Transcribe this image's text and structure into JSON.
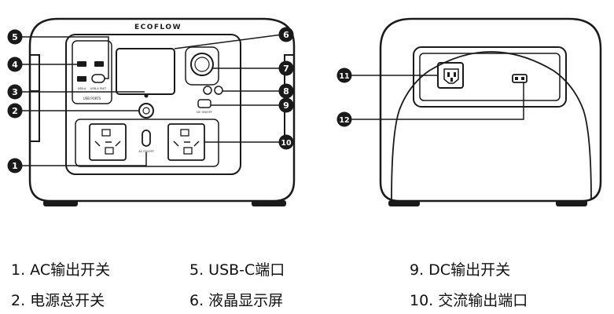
{
  "brand": "ECOFLOW",
  "callouts": [
    "1",
    "2",
    "3",
    "4",
    "5",
    "6",
    "7",
    "8",
    "9",
    "10",
    "11",
    "12"
  ],
  "legend": [
    "1. AC输出开关",
    "5. USB-C端口",
    "9. DC输出开关",
    "2. 电源总开关",
    "6. 液晶显示屏",
    "10. 交流输出端口"
  ],
  "panel_labels": {
    "usb_ports": "USB PORTS",
    "usb_a": "USB-A",
    "usb_a_fast": "USB-A FAST",
    "dc_on_off": "DC ON/OFF",
    "ac_on_off": "AC ON/OFF"
  }
}
